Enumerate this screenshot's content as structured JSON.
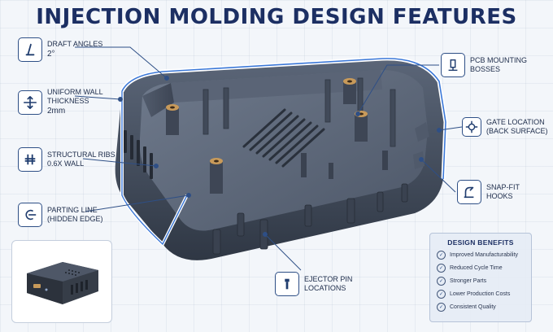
{
  "title": "INJECTION MOLDING DESIGN FEATURES",
  "callouts": {
    "draft": {
      "label": "DRAFT ANGLES",
      "sub": "2°",
      "icon": "draft-angle-icon"
    },
    "wall": {
      "label_1": "UNIFORM WALL",
      "label_2": "THICKNESS",
      "sub": "2mm",
      "icon": "wall-thickness-icon"
    },
    "ribs": {
      "label_1": "STRUCTURAL RIBS",
      "label_2": "0.6x WALL",
      "icon": "structural-ribs-icon"
    },
    "parting": {
      "label_1": "PARTING LINE",
      "label_2": "(HIDDEN EDGE)",
      "icon": "parting-line-icon"
    },
    "bosses": {
      "label_1": "PCB MOUNTING",
      "label_2": "BOSSES",
      "icon": "mounting-boss-icon"
    },
    "gate": {
      "label_1": "GATE LOCATION",
      "label_2": "(BACK SURFACE)",
      "icon": "gate-location-icon"
    },
    "snap": {
      "label_1": "SNAP-FIT",
      "label_2": "HOOKS",
      "icon": "snap-fit-hook-icon"
    },
    "ejector": {
      "label_1": "EJECTOR PIN",
      "label_2": "LOCATIONS",
      "icon": "ejector-pin-icon"
    }
  },
  "benefits": {
    "title": "DESIGN BENEFITS",
    "items": [
      "Improved Manufacturability",
      "Reduced Cycle Time",
      "Stronger Parts",
      "Lower Production Costs",
      "Consistent Quality"
    ]
  },
  "colors": {
    "title": "#1c2f63",
    "enclosure": "#4a5566",
    "enclosure_dark": "#353d4a",
    "section_outline": "#3b78d8",
    "leader": "#2e4f86"
  }
}
